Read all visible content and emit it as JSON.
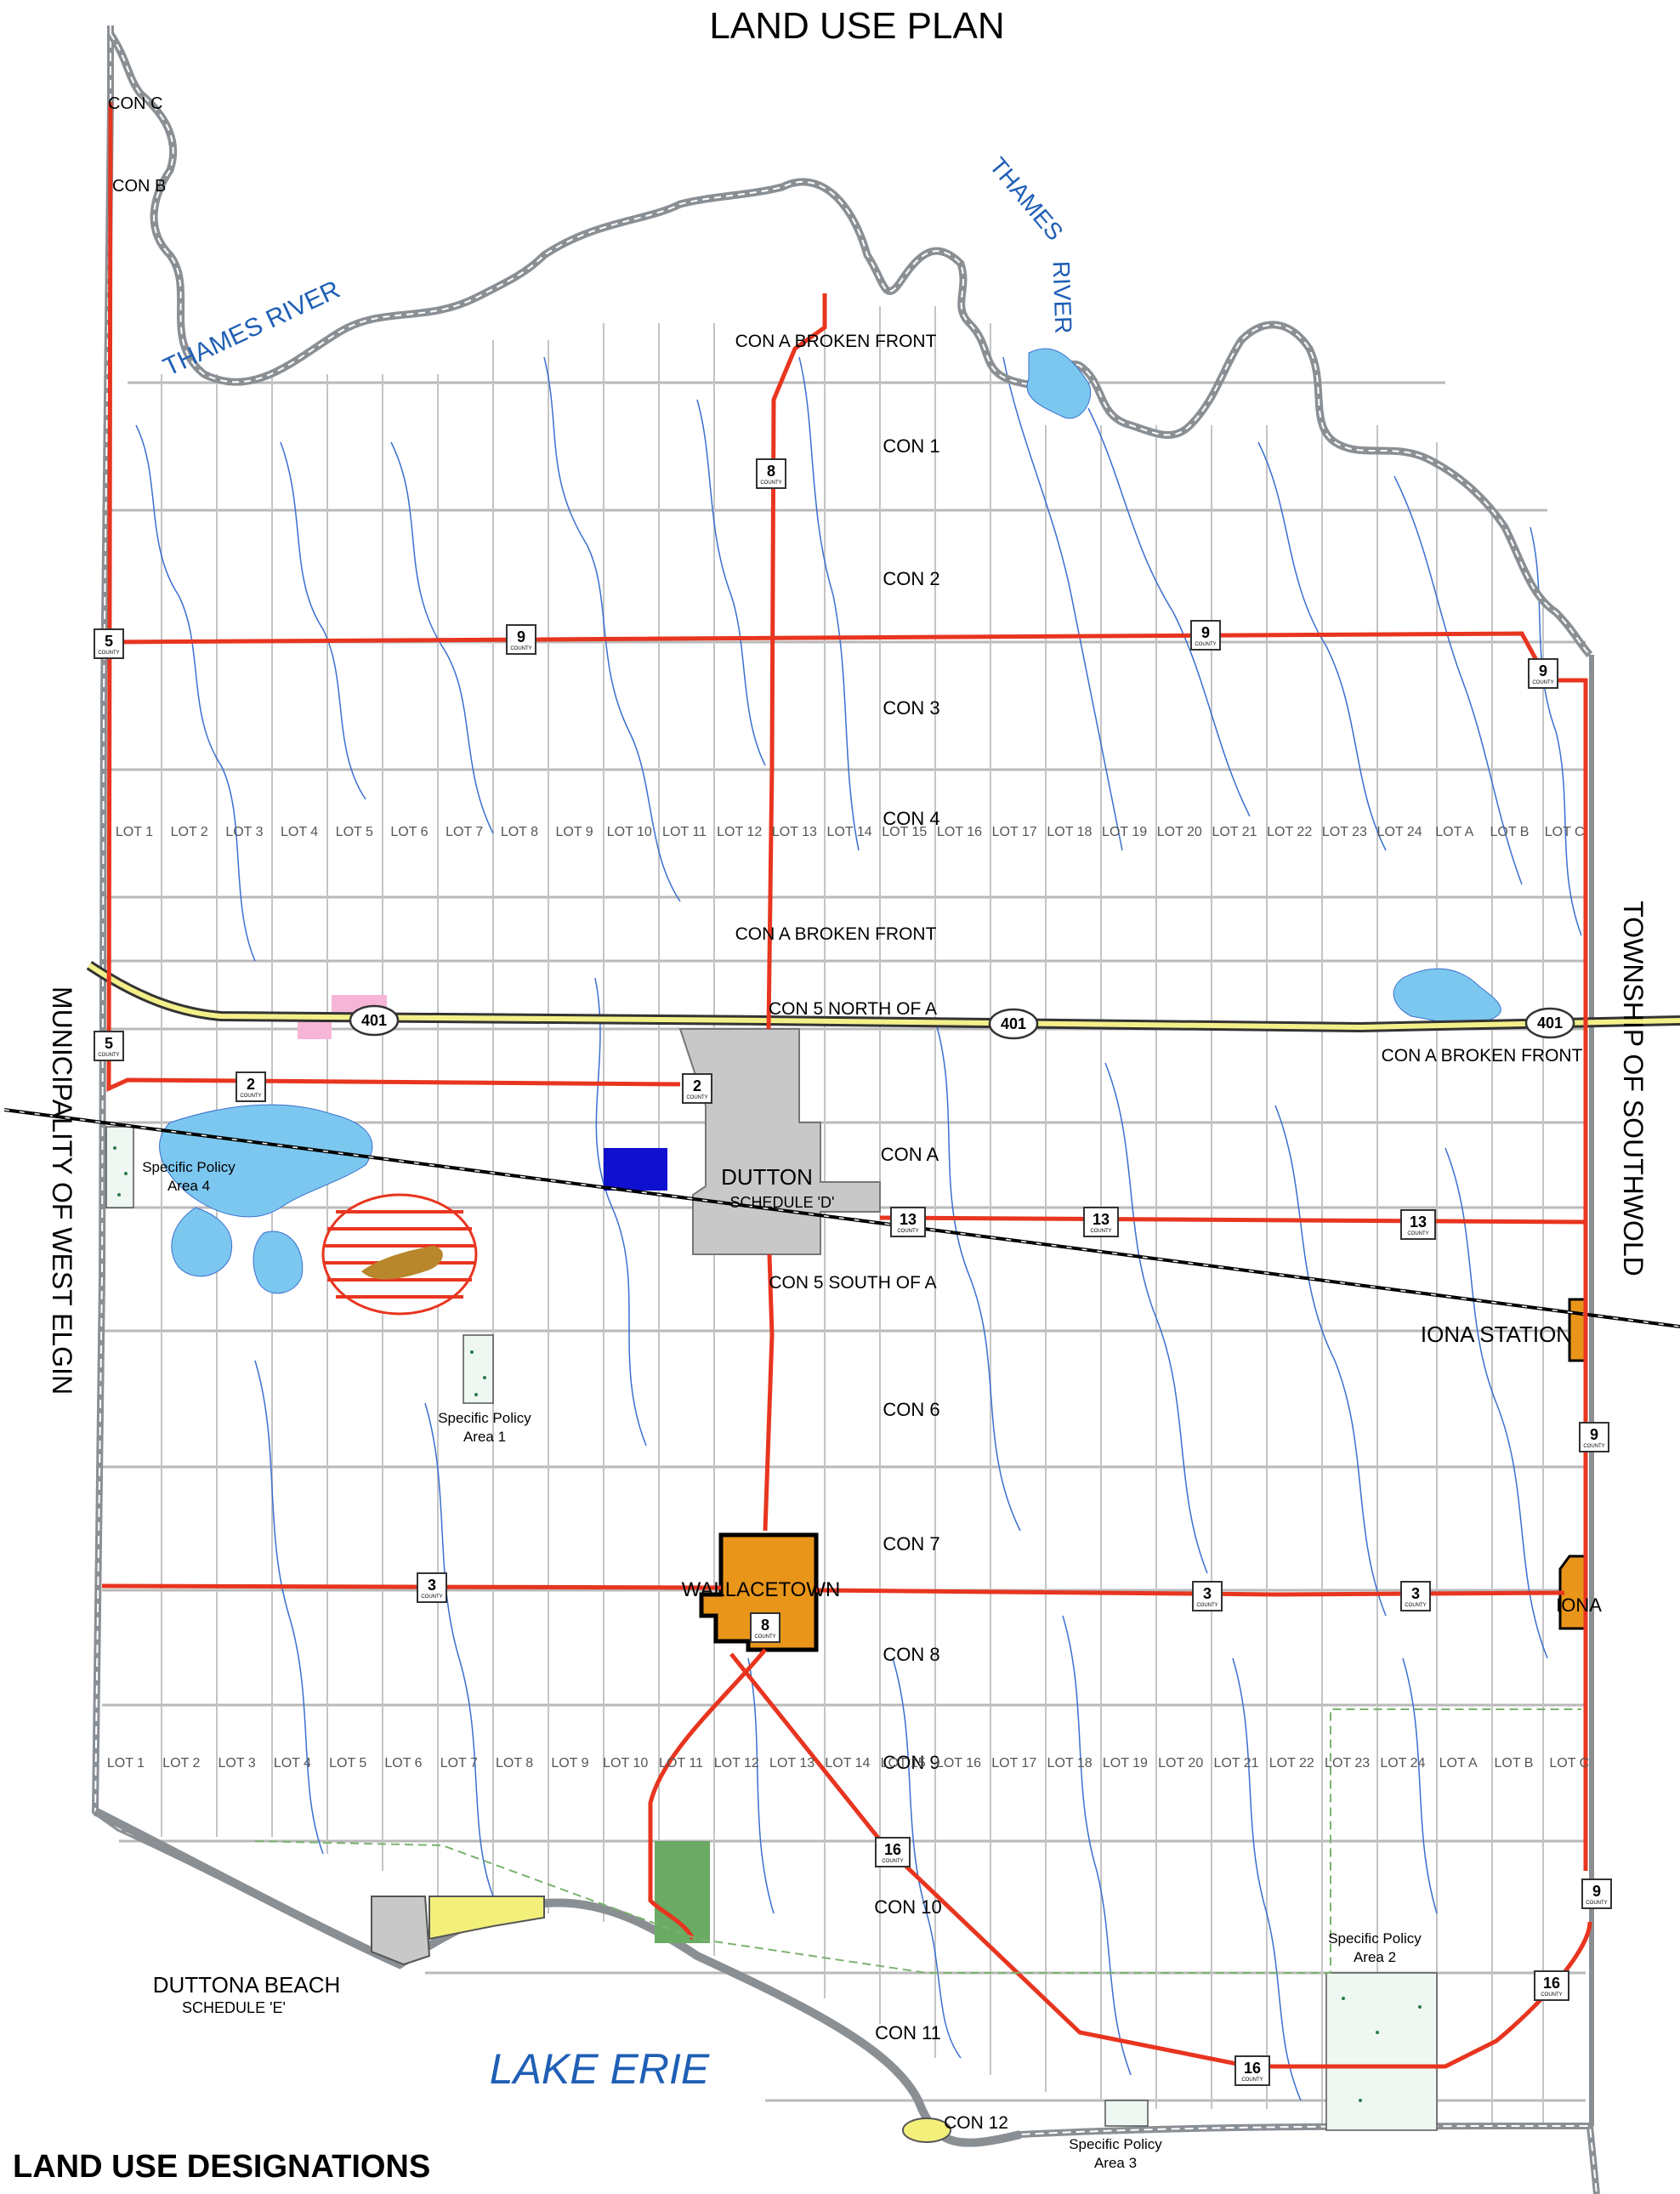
{
  "title": "LAND USE PLAN",
  "legend_heading": "LAND USE DESIGNATIONS",
  "colors": {
    "road": "#e8351f",
    "highway": "#f3f08a",
    "river": "#8a8f94",
    "stream": "#3a6fd0",
    "lake": "#7cc7ef",
    "settlement": "#c8c8c8",
    "hamlet": "#e8951a",
    "grid": "#b9b9b9",
    "water_label": "#1f5fb5",
    "pink": "#f6b5d6",
    "blue_block": "#1010d0",
    "green": "#6aaa64",
    "yellow": "#f3f07a"
  },
  "water_labels": {
    "thames_west": "THAMES RIVER",
    "thames_east_1": "THAMES",
    "thames_east_2": "RIVER",
    "lake_erie": "LAKE ERIE"
  },
  "boundaries": {
    "west": "MUNICIPALITY OF WEST ELGIN",
    "east": "TOWNSHIP OF SOUTHWOLD"
  },
  "concessions": {
    "con_c": "CON C",
    "con_b": "CON B",
    "con_a_bf_north": "CON A BROKEN FRONT",
    "con_1": "CON 1",
    "con_2": "CON 2",
    "con_3": "CON 3",
    "con_4": "CON 4",
    "con_a_bf_mid": "CON A BROKEN FRONT",
    "con_5_north": "CON 5 NORTH OF A",
    "con_a_bf_east": "CON A BROKEN FRONT",
    "con_a": "CON A",
    "con_5_south": "CON 5 SOUTH OF A",
    "con_6": "CON 6",
    "con_7": "CON 7",
    "con_8": "CON 8",
    "con_9": "CON 9",
    "con_10": "CON 10",
    "con_11": "CON 11",
    "con_12": "CON 12"
  },
  "lots": [
    "LOT 1",
    "LOT 2",
    "LOT 3",
    "LOT 4",
    "LOT 5",
    "LOT 6",
    "LOT 7",
    "LOT 8",
    "LOT 9",
    "LOT 10",
    "LOT 11",
    "LOT 12",
    "LOT 13",
    "LOT 14",
    "LOT 15",
    "LOT 16",
    "LOT 17",
    "LOT 18",
    "LOT 19",
    "LOT 20",
    "LOT 21",
    "LOT 22",
    "LOT 23",
    "LOT 24",
    "LOT A",
    "LOT B",
    "LOT C"
  ],
  "settlements": {
    "dutton": "DUTTON",
    "dutton_schedule": "SCHEDULE 'D'",
    "wallacetown": "WALLACETOWN",
    "iona_station": "IONA STATION",
    "iona": "IONA",
    "duttona_beach": "DUTTONA BEACH",
    "duttona_schedule": "SCHEDULE 'E'"
  },
  "policy_areas": {
    "spa4_line1": "Specific Policy",
    "spa4_line2": "Area 4",
    "spa1_line1": "Specific Policy",
    "spa1_line2": "Area 1",
    "spa2_line1": "Specific Policy",
    "spa2_line2": "Area 2",
    "spa3_line1": "Specific Policy",
    "spa3_line2": "Area 3"
  },
  "shields": {
    "county_5a": "5",
    "county_5b": "5",
    "county_8a": "8",
    "county_8b": "8",
    "county_9a": "9",
    "county_9b": "9",
    "county_9c": "9",
    "county_9d": "9",
    "county_9e": "9",
    "county_2a": "2",
    "county_2b": "2",
    "county_13a": "13",
    "county_13b": "13",
    "county_13c": "13",
    "county_3a": "3",
    "county_3b": "3",
    "county_3c": "3",
    "county_16a": "16",
    "county_16b": "16",
    "county_16c": "16",
    "hwy_401a": "401",
    "hwy_401b": "401",
    "hwy_401c": "401",
    "county_word": "COUNTY"
  }
}
